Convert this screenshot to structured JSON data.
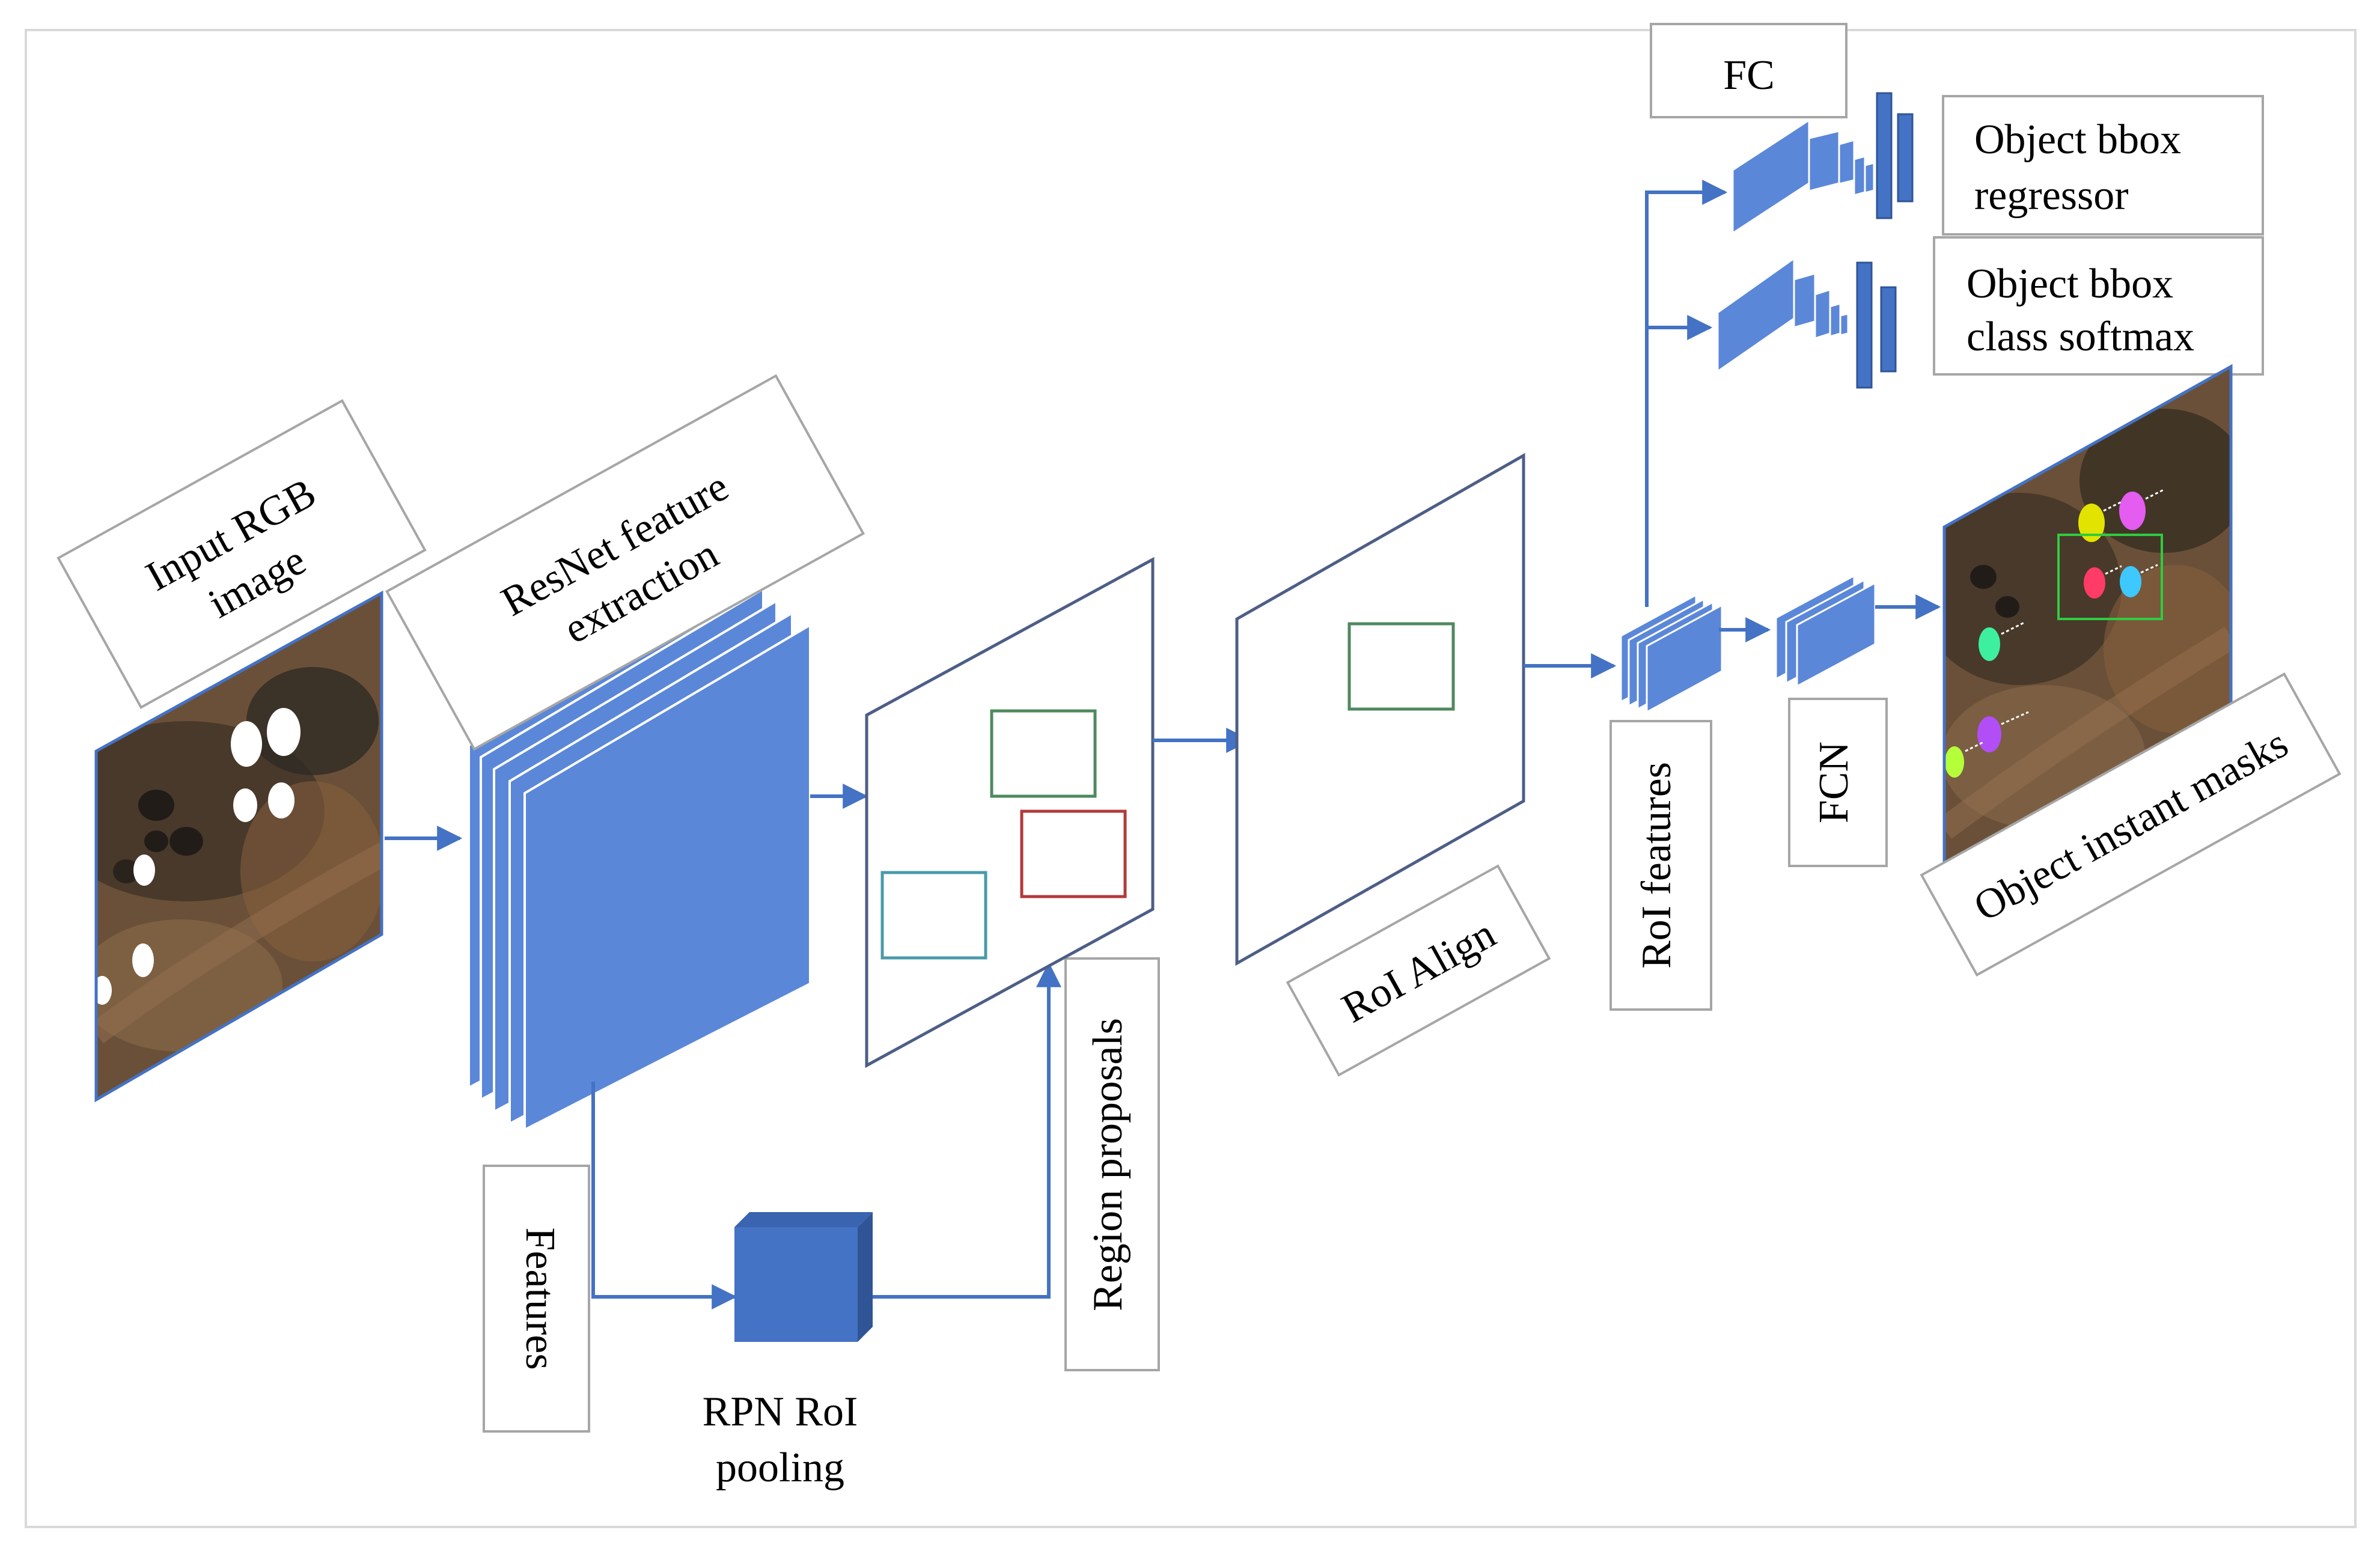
{
  "labels": {
    "input_rgb_line1": "Input RGB",
    "input_rgb_line2": "image",
    "resnet_line1": "ResNet feature",
    "resnet_line2": "extraction",
    "features": "Features",
    "rpn_line1": "RPN RoI",
    "rpn_line2": "pooling",
    "region_proposals": "Region proposals",
    "roi_align": "RoI Align",
    "roi_features": "RoI features",
    "fcn": "FCN",
    "fc": "FC",
    "bbox_regressor_line1": "Object bbox",
    "bbox_regressor_line2": "regressor",
    "bbox_class_line1": "Object bbox",
    "bbox_class_line2": "class softmax",
    "instant_masks": "Object instant masks"
  },
  "colors": {
    "block_fill": "#5b87d9",
    "block_stroke": "#ffffff",
    "arrow": "#4472c4",
    "rpn_front": "#4472c4",
    "rpn_top": "#3a64b0",
    "rpn_side": "#2f5597",
    "plane_stroke": "#4d5e86",
    "box_green": "#4e8a5e",
    "box_red": "#b23a3a",
    "box_teal": "#4a9aa8",
    "label_border": "#a6a6a6",
    "frame_border": "#d9d9d9",
    "terrain": "#6a5038",
    "mask_colors": [
      "#e3e300",
      "#e45cf0",
      "#ff3b66",
      "#3ec8ff",
      "#3df0a0",
      "#b14ef5",
      "#b4ff3a"
    ]
  },
  "icons": {
    "input_image": "satellite-image",
    "output_image": "segmented-satellite-image",
    "rpn": "cube-icon",
    "arrows": "arrow-right-icon"
  }
}
